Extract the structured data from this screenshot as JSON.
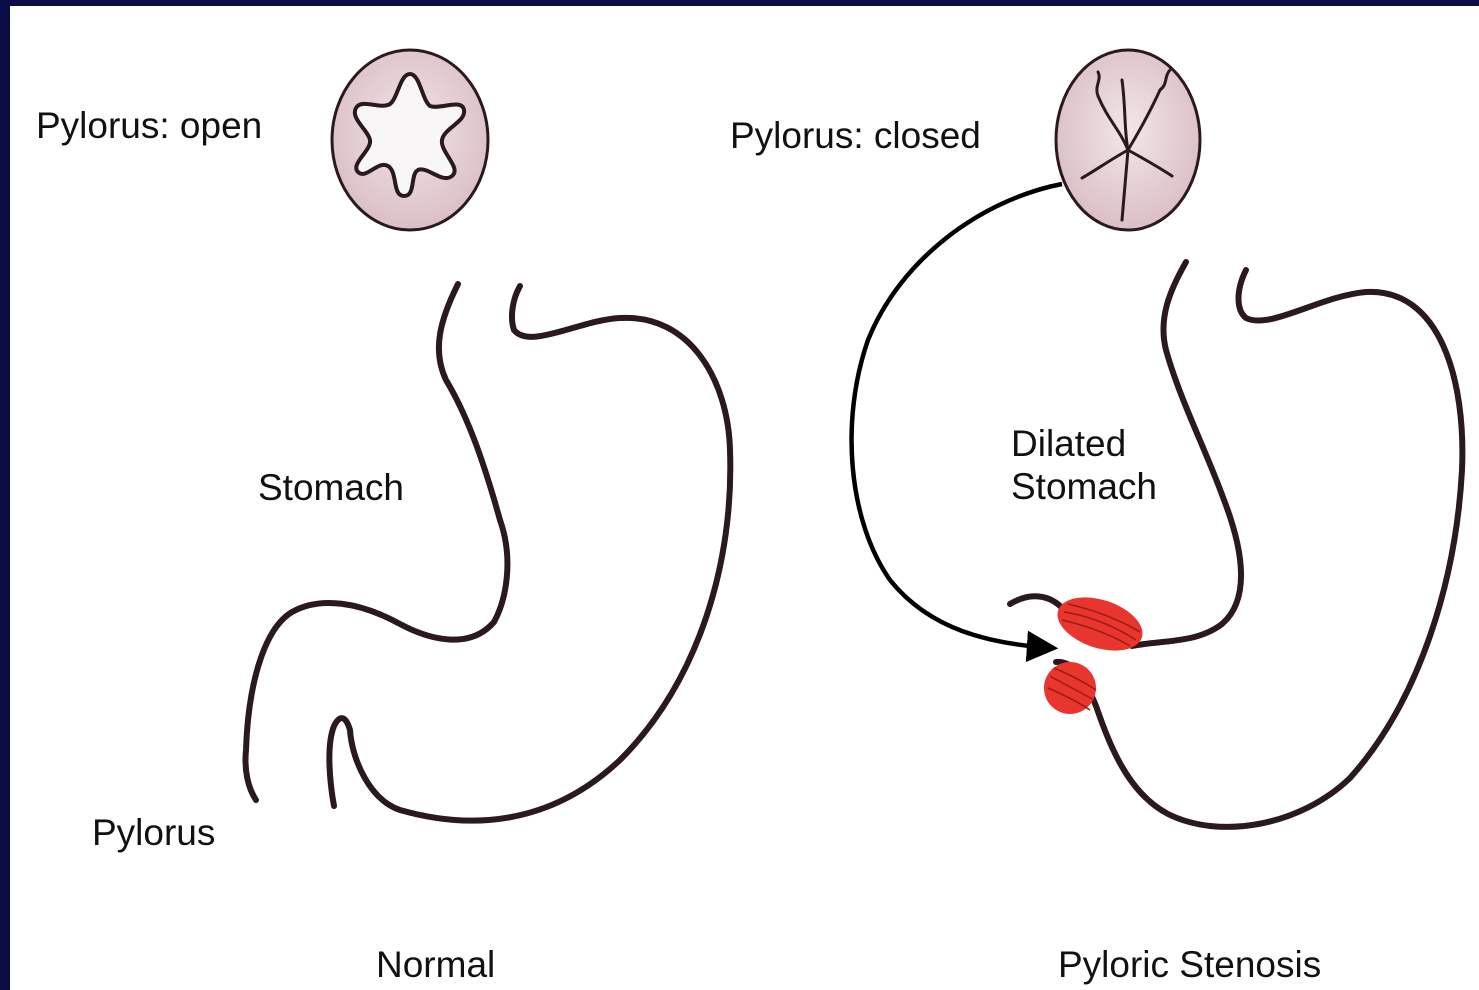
{
  "labels": {
    "pylorus_open": "Pylorus: open",
    "pylorus_closed": "Pylorus: closed",
    "stomach": "Stomach",
    "dilated_line1": "Dilated",
    "dilated_line2": "Stomach",
    "pylorus": "Pylorus",
    "normal": "Normal",
    "pyloric_stenosis": "Pyloric Stenosis"
  },
  "colors": {
    "background_border": "#0b0b45",
    "outline": "#2a1a1e",
    "muscle": "#e8352e",
    "disc_fill": "#e6d2d6"
  }
}
